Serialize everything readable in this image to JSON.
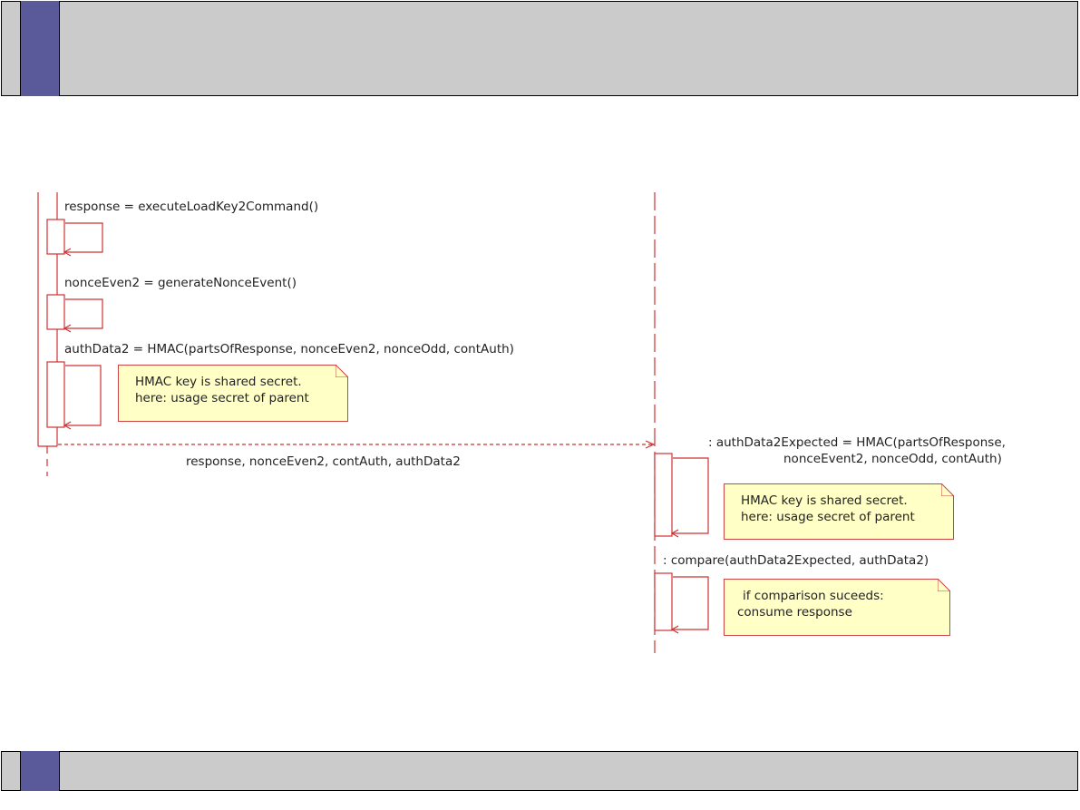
{
  "messages": {
    "m1": "response = executeLoadKey2Command()",
    "m2": "nonceEven2 = generateNonceEvent()",
    "m3": "authData2 = HMAC(partsOfResponse, nonceEven2, nonceOdd, contAuth)",
    "m4_line1": ": authData2Expected = HMAC(partsOfResponse,",
    "m4_line2": "nonceEvent2, nonceOdd, contAuth)",
    "m5": ": compare(authData2Expected, authData2)",
    "return_msg": "response, nonceEven2, contAuth, authData2"
  },
  "notes": {
    "n1_line1": "HMAC key is shared secret.",
    "n1_line2": "here: usage secret of parent",
    "n2_line1": "HMAC key is shared secret.",
    "n2_line2": "here: usage secret of parent",
    "n3_line1": "if comparison suceeds:",
    "n3_line2": "consume response"
  },
  "colors": {
    "line": "#cc3333",
    "note_fill": "#ffffc6",
    "bar_fill": "#cbcbcb",
    "accent": "#5a5a9a"
  }
}
